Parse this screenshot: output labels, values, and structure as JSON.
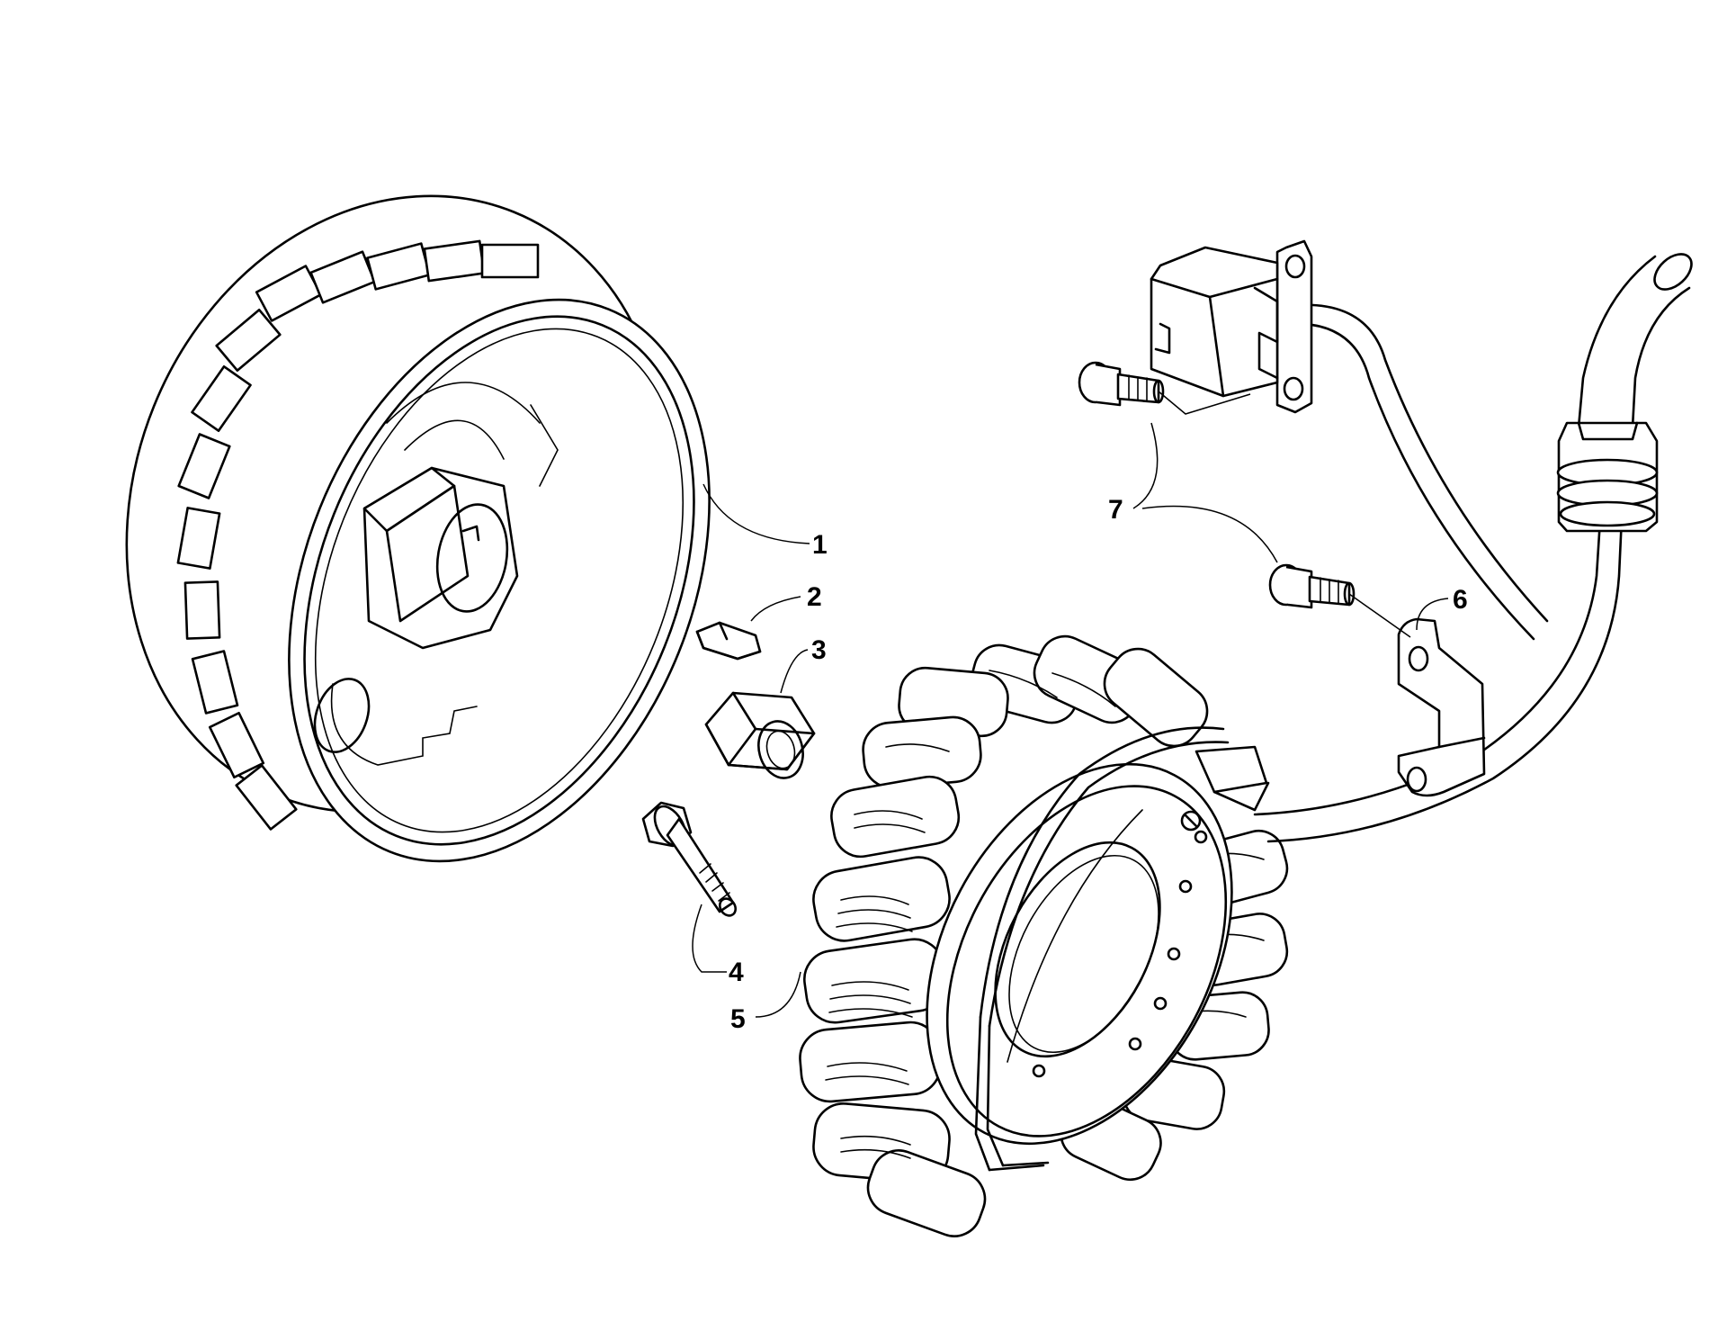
{
  "diagram": {
    "callouts": [
      {
        "id": "1",
        "label": "1",
        "part": "flywheel"
      },
      {
        "id": "2",
        "label": "2",
        "part": "key"
      },
      {
        "id": "3",
        "label": "3",
        "part": "nut"
      },
      {
        "id": "4",
        "label": "4",
        "part": "bolt"
      },
      {
        "id": "5",
        "label": "5",
        "part": "stator"
      },
      {
        "id": "6",
        "label": "6",
        "part": "cable-clamp"
      },
      {
        "id": "7",
        "label": "7",
        "part": "screws"
      }
    ],
    "line_color": "#000000",
    "background": "#ffffff"
  }
}
